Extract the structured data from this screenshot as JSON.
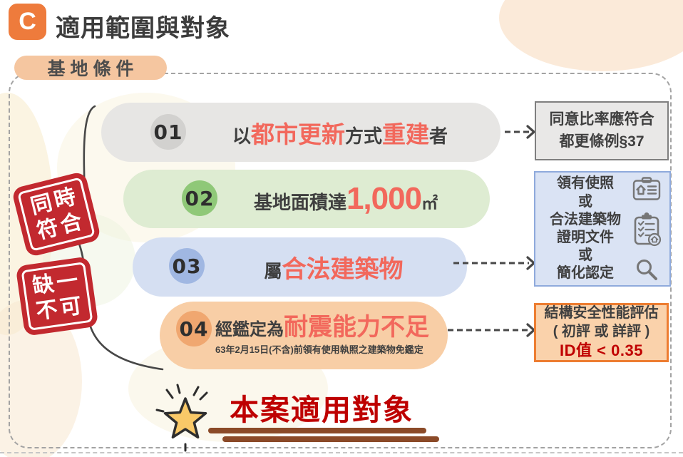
{
  "page": {
    "badge": "C",
    "title": "適用範圍與對象",
    "section_label": "基地條件"
  },
  "stamps": [
    {
      "rows": [
        "同時",
        "符合"
      ]
    },
    {
      "rows": [
        "缺一",
        "不可"
      ]
    }
  ],
  "conditions": [
    {
      "number": "01",
      "segments": [
        {
          "text": "以",
          "style": "normal"
        },
        {
          "text": "都市更新",
          "style": "emphasis"
        },
        {
          "text": "方式",
          "style": "normal"
        },
        {
          "text": "重建",
          "style": "emphasis"
        },
        {
          "text": "者",
          "style": "normal"
        }
      ]
    },
    {
      "number": "02",
      "segments": [
        {
          "text": "基地面積達",
          "style": "normal"
        },
        {
          "text": "1,000",
          "style": "emphasis-big"
        },
        {
          "text": "㎡",
          "style": "unit"
        }
      ]
    },
    {
      "number": "03",
      "segments": [
        {
          "text": "屬",
          "style": "normal"
        },
        {
          "text": "合法建築物",
          "style": "emphasis"
        }
      ]
    },
    {
      "number": "04",
      "segments": [
        {
          "text": "經鑑定為",
          "style": "normal"
        },
        {
          "text": "耐震能力不足",
          "style": "emphasis"
        }
      ],
      "note": "63年2月15日(不含)前領有使用執照之建築物免鑑定"
    }
  ],
  "callouts": [
    {
      "lines": [
        "同意比率應符合",
        "都更條例§37"
      ]
    },
    {
      "lines": [
        "領有使照",
        "或",
        "合法建築物",
        "證明文件",
        "或",
        "簡化認定"
      ],
      "icons": [
        "id-card-house",
        "clipboard-checklist-house",
        "magnifier"
      ]
    },
    {
      "lines": [
        "結構安全性能評估",
        "( 初評 或 詳評 )"
      ],
      "highlight": "ID值 < 0.35"
    }
  ],
  "footer": {
    "star_icon": "star-burst",
    "title": "本案適用對象"
  },
  "colors": {
    "accent_orange": "#ED7D31",
    "emphasis_red": "#F2685C",
    "stamp_red": "#C2292F",
    "dark_red": "#C00000",
    "underline_brown": "#8B4A28",
    "pill_gray": "#E7E6E4",
    "pill_green": "#DEECD2",
    "pill_blue": "#D5DFF2",
    "pill_peach": "#F8CEA6"
  }
}
